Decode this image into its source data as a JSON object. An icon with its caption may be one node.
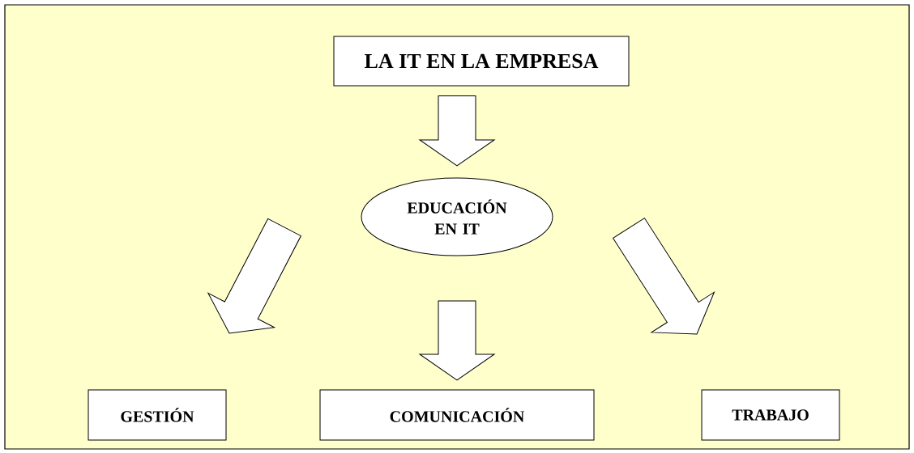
{
  "diagram": {
    "nodes": [
      {
        "text": [
          "LA IT EN LA EMPRESA"
        ]
      },
      {
        "text": [
          "EDUCACIÓN EN IT"
        ]
      },
      {
        "text": [
          "GESTIÓN"
        ]
      },
      {
        "text": [
          "COMUNICACIÓN"
        ]
      },
      {
        "text": [
          "TRABAJO"
        ]
      }
    ],
    "edges": [
      {
        "from": 0,
        "to": 1,
        "arrow": "to"
      },
      {
        "from": 1,
        "to": 2,
        "arrow": "to"
      },
      {
        "from": 1,
        "to": 3,
        "arrow": "to"
      },
      {
        "from": 1,
        "to": 4,
        "arrow": "to"
      }
    ]
  }
}
